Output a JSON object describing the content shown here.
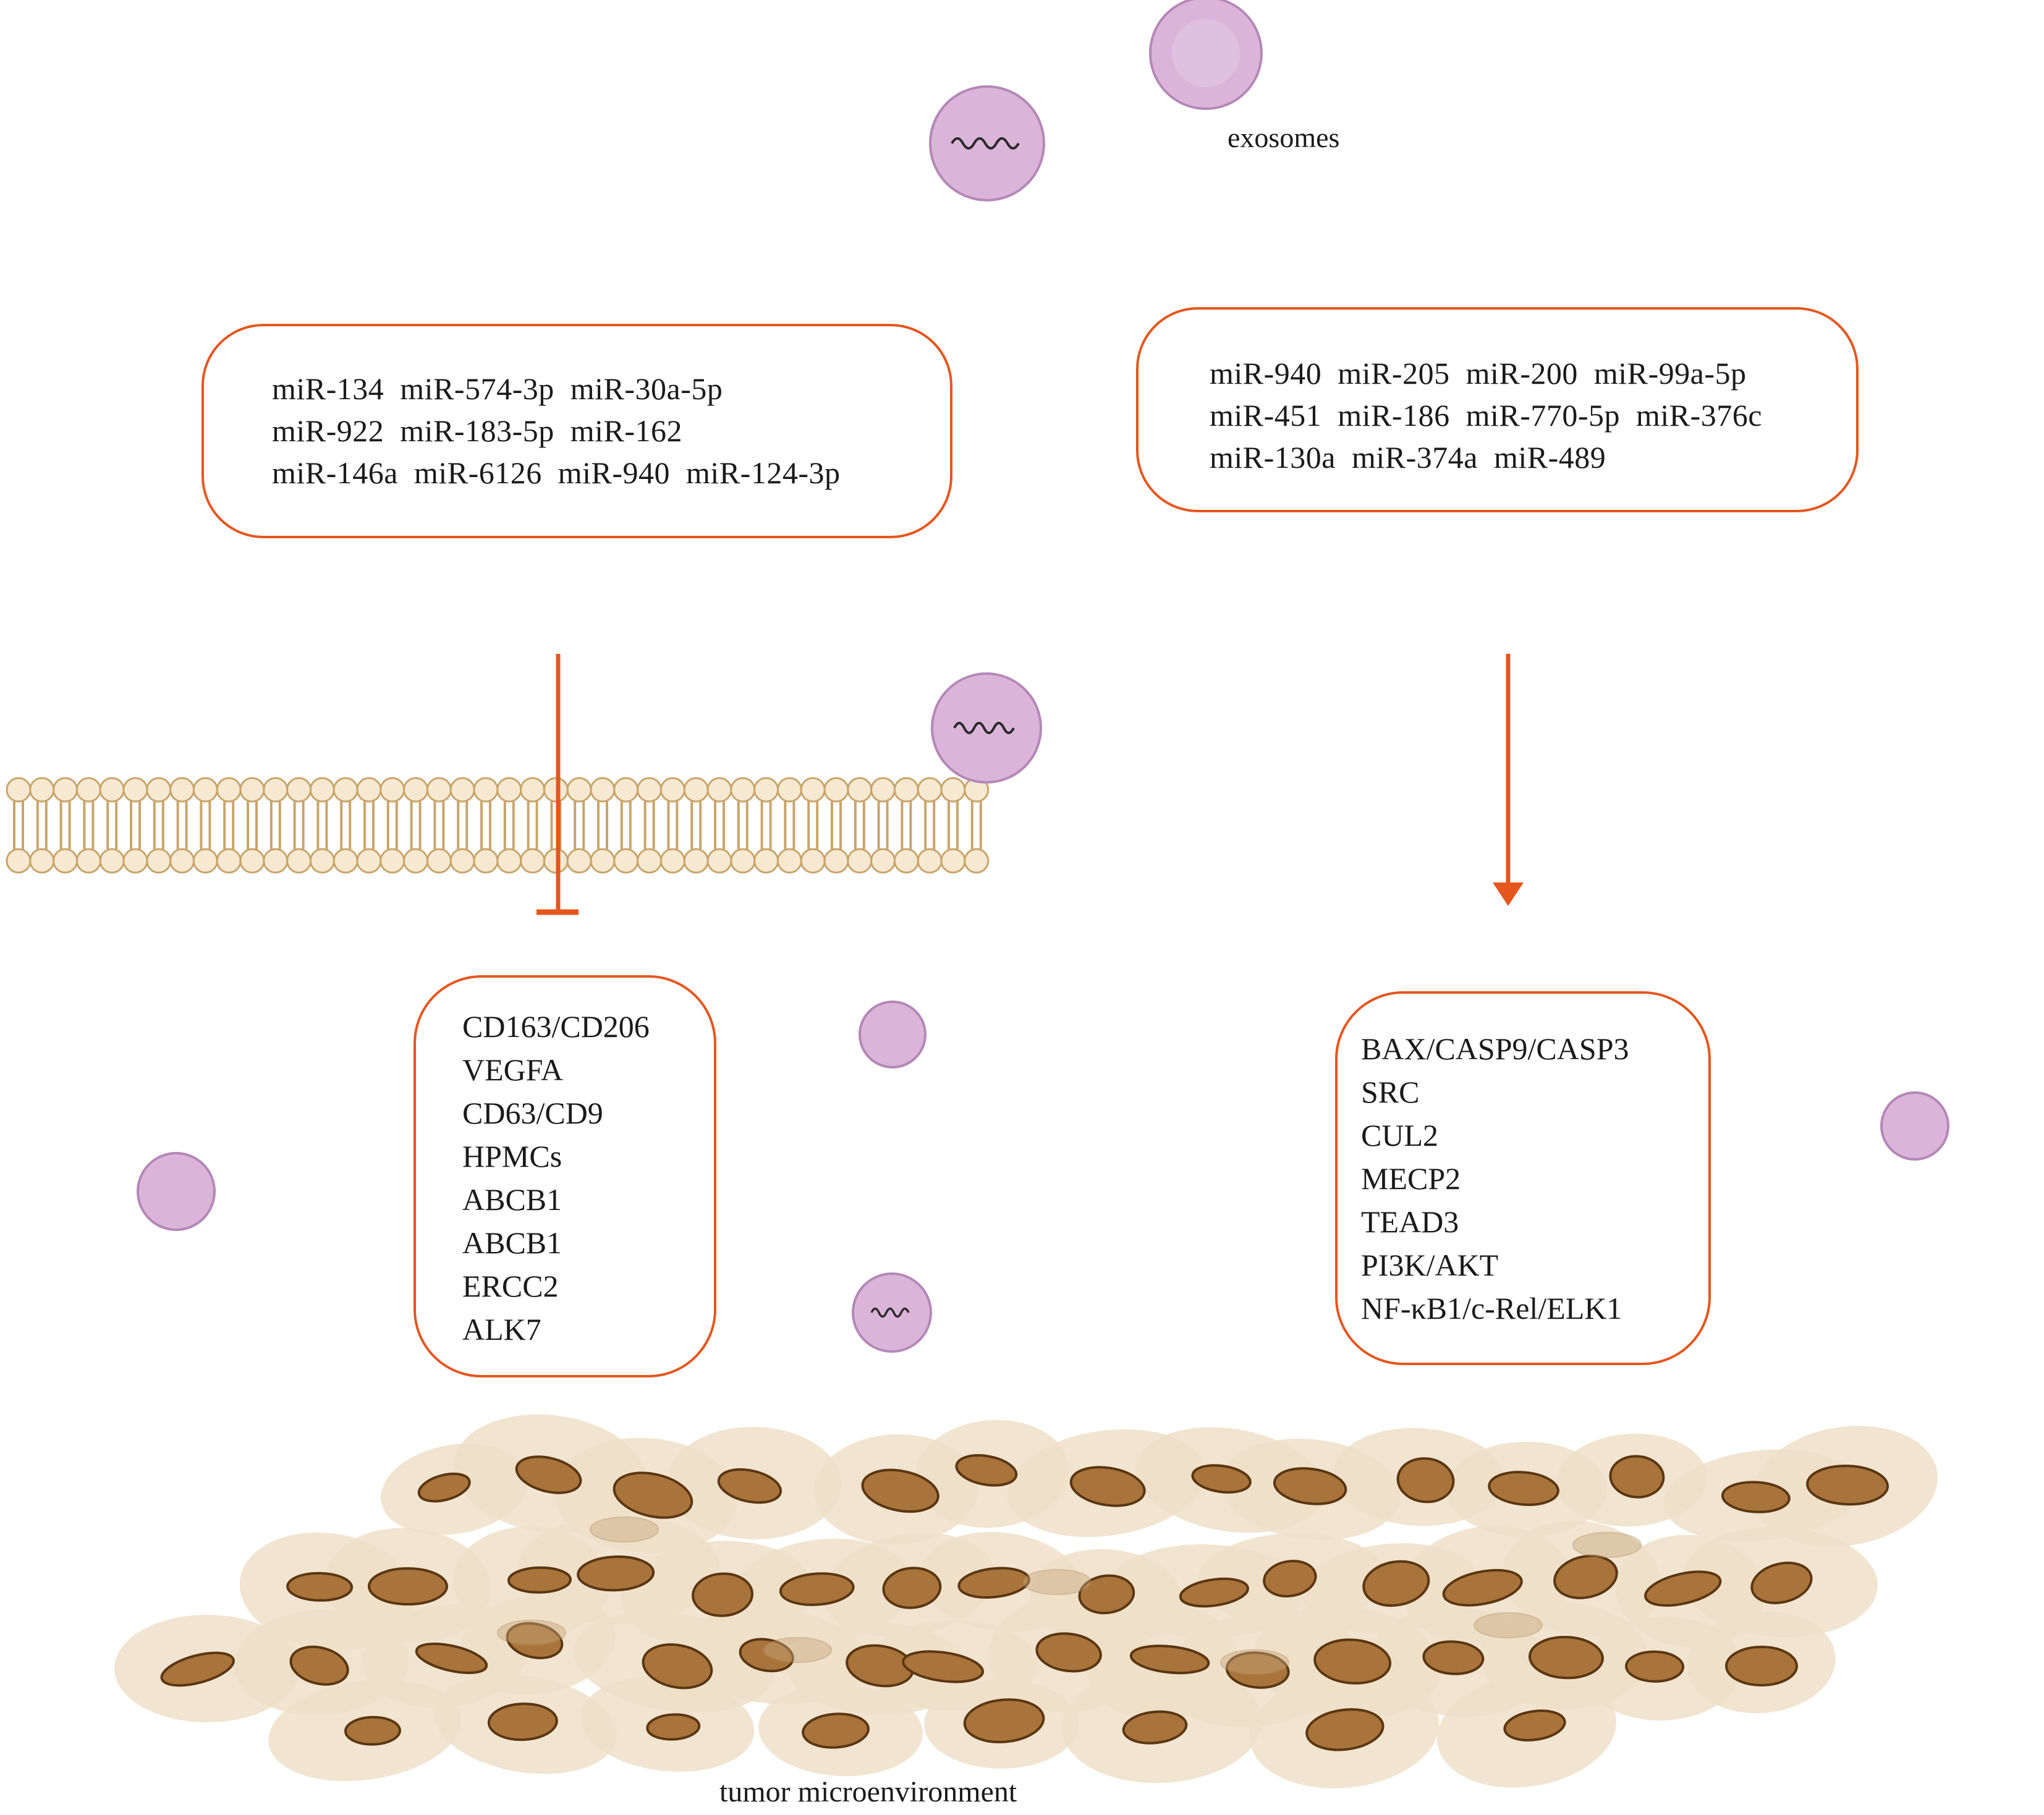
{
  "labels": {
    "exosomes": "exosomes",
    "tumor_microenvironment": "tumor microenvironment"
  },
  "inhibit_mirnas": {
    "lines": [
      "miR-134  miR-574-3p  miR-30a-5p",
      "miR-922  miR-183-5p  miR-162",
      "miR-146a  miR-6126  miR-940  miR-124-3p"
    ]
  },
  "promote_mirnas": {
    "lines": [
      "miR-940  miR-205  miR-200  miR-99a-5p",
      "miR-451  miR-186  miR-770-5p  miR-376c",
      "miR-130a  miR-374a  miR-489"
    ]
  },
  "inhibited_targets": {
    "items": [
      "CD163/CD206",
      "VEGFA",
      "CD63/CD9",
      "HPMCs",
      "ABCB1",
      "ABCB1",
      "ERCC2",
      "ALK7"
    ]
  },
  "promoted_targets": {
    "items": [
      "BAX/CASP9/CASP3",
      "SRC",
      "CUL2",
      "MECP2",
      "TEAD3",
      "PI3K/AKT",
      "NF-κB1/c-Rel/ELK1"
    ]
  },
  "colors": {
    "arrow": "#e4561e",
    "exosome_fill": "#dab5d9",
    "exosome_stroke": "#b487b8",
    "lipid_head": "#f7e9d1",
    "lipid_stroke": "#c9a46b",
    "cell_body": "#eedfc9",
    "nucleus": "#a8743b",
    "nucleus_stroke": "#5a3612"
  }
}
